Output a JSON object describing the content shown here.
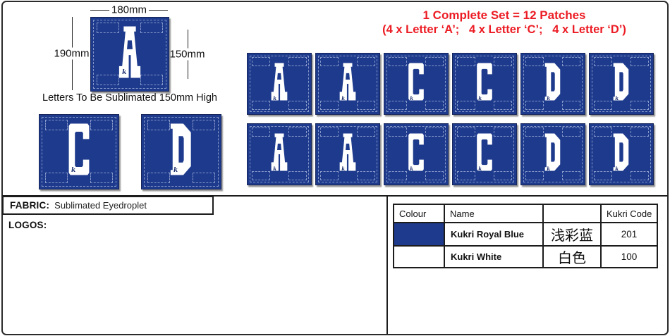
{
  "colors": {
    "royal_blue": "#1d3a8c",
    "white": "#ffffff",
    "accent_red": "#ec1c24"
  },
  "dimensions": {
    "top": "180mm",
    "left": "190mm",
    "right": "150mm",
    "caption": "Letters To Be Sublimated 150mm High"
  },
  "set_note": {
    "line1": "1 Complete Set = 12 Patches",
    "line2": "(4 x Letter ‘A’;   4 x Letter ‘C’;   4 x Letter ‘D’)"
  },
  "patches": {
    "featured_letter": "A",
    "secondary_letters": [
      "C",
      "D"
    ],
    "grid_letters": [
      "A",
      "A",
      "C",
      "C",
      "D",
      "D",
      "A",
      "A",
      "C",
      "C",
      "D",
      "D"
    ],
    "brand_mark": "k"
  },
  "fabric": {
    "label": "FABRIC:",
    "value": "Sublimated Eyedroplet"
  },
  "logos": {
    "label": "LOGOS:"
  },
  "colour_table": {
    "headers": [
      "Colour",
      "Name",
      "",
      "Kukri Code"
    ],
    "rows": [
      {
        "swatch_hex": "#1d3a8c",
        "name": "Kukri Royal Blue",
        "chinese": "浅彩蓝",
        "code": "201"
      },
      {
        "swatch_hex": "#ffffff",
        "name": "Kukri White",
        "chinese": "白色",
        "code": "100"
      }
    ]
  }
}
